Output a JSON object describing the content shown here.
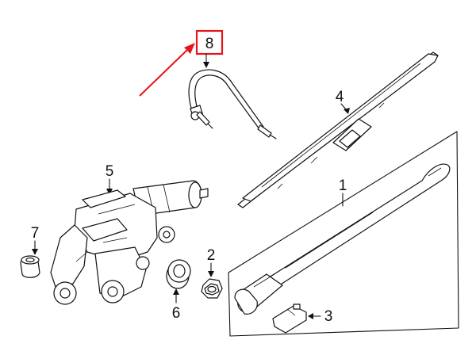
{
  "diagram": {
    "callouts": {
      "hose": "8",
      "blade": "4",
      "arm": "1",
      "motor": "5",
      "nut_cap": "7",
      "nut": "2",
      "grommet": "6",
      "cap": "3"
    },
    "highlight_color": "#e8141c",
    "line_color": "#111111"
  }
}
